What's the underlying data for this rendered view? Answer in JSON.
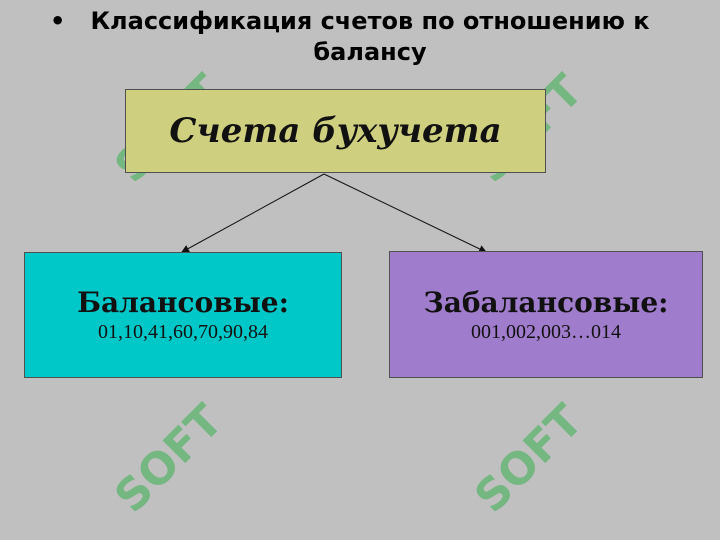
{
  "title": "Классификация счетов по отношению к балансу",
  "bullet": "•",
  "watermark": {
    "text": "SOFT",
    "color": "#37b04c"
  },
  "root": {
    "label": "Счета бухучета",
    "color": "#cfcf80"
  },
  "children": [
    {
      "label": "Балансовые:",
      "codes": "01,10,41,60,70,90,84",
      "color": "#00c8c8"
    },
    {
      "label": "Забалансовые:",
      "codes": "001,002,003…014",
      "color": "#a07ccc"
    }
  ]
}
